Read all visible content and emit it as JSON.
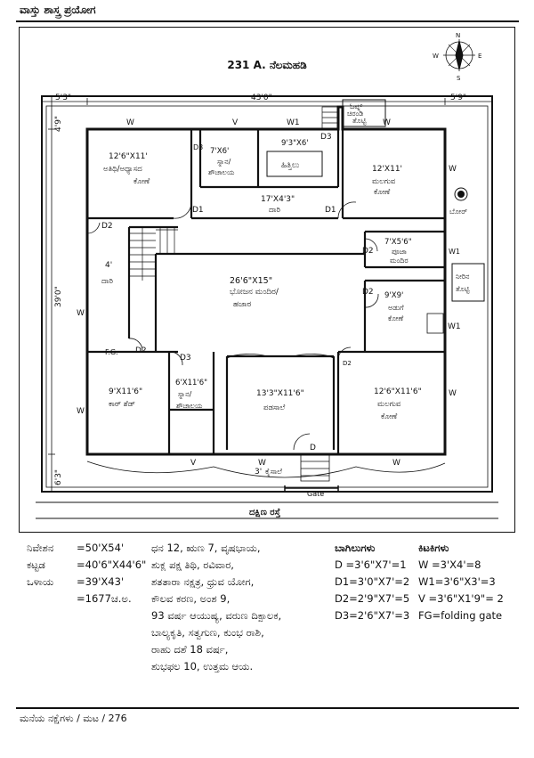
{
  "header": {
    "book_title": "ವಾಸ್ತು ಶಾಸ್ತ್ರ ಪ್ರಯೋಗ"
  },
  "plan": {
    "title": "231 A. ನೆಲಮಹಡಿ",
    "dims": {
      "top_left": "5'3\"",
      "top_mid": "43'0\"",
      "top_right": "5'9\"",
      "left_top": "4'9\"",
      "left_mid": "39'0\"",
      "left_bottom": "6'3\"",
      "stair_w": "4'",
      "gate_step": "3'"
    },
    "rooms": {
      "guest_size": "12'6\"X11'",
      "guest_name_1": "ಅತಿಥಿ/ಅಧ್ಯಾಸದ",
      "guest_name_2": "ಕೋಣೆ",
      "bath1_size": "7'X6'",
      "bath1_name_1": "ಸ್ನಾನ/",
      "bath1_name_2": "ಶೌಚಾಲಯ",
      "store_size": "9'3\"X6'",
      "store_name": "ಹಿತ್ತಿಲು",
      "bed1_size": "12'X11'",
      "bed1_name_1": "ಮಲಗುವ",
      "bed1_name_2": "ಕೋಣೆ",
      "passage_size": "17'X4'3\"",
      "passage_name": "ದಾರಿ",
      "stair_name": "ದಾರಿ",
      "dining_size": "26'6\"X15\"",
      "dining_name_1": "ಭೋಜನ ಮಂದಿರ/",
      "dining_name_2": "ಹಜಾರ",
      "pooja_size": "7'X5'6\"",
      "pooja_name_1": "ಪೂಜಾ",
      "pooja_name_2": "ಮಂದಿರ",
      "kitchen_size": "9'X9'",
      "kitchen_name_1": "ಅಡುಗೆ",
      "kitchen_name_2": "ಕೋಣೆ",
      "car_size": "9'X11'6\"",
      "car_name": "ಕಾರ್ ಶೆಡ್",
      "bath2_size": "6'X11'6\"",
      "bath2_name_1": "ಸ್ನಾನ/",
      "bath2_name_2": "ಶೌಚಾಲಯ",
      "hall_size": "13'3\"X11'6\"",
      "hall_name": "ಪಡಸಾಲೆ",
      "bed2_size": "12'6\"X11'6\"",
      "bed2_name_1": "ಮಲಗುವ",
      "bed2_name_2": "ಕೋಣೆ",
      "veranda_name": "ಕೈಸಾಲೆ"
    },
    "outside": {
      "sitout_1": "ಓಪ್ನ್",
      "sitout_2": "ಚಿರಂಡಿ",
      "sitout_3": "ತೊಟ್ಟಿ",
      "borewell": "ಬೋರ್",
      "water_tank_1": "ನೀರಿನ",
      "water_tank_2": "ತೊಟ್ಟಿ",
      "gate": "Gate",
      "road": "ದಕ್ಷಿಣ ರಸ್ತೆ"
    },
    "labels": {
      "W": "W",
      "V": "V",
      "W1": "W1",
      "D1": "D1",
      "D2": "D2",
      "D3": "D3",
      "D": "D",
      "FG": "F.G."
    },
    "compass": {
      "N": "N",
      "S": "S",
      "E": "E",
      "W": "W"
    }
  },
  "legend": {
    "col1": [
      {
        "label": "ನಿವೇಶನ",
        "value": "=50'X54'"
      },
      {
        "label": "ಕಟ್ಟಡ",
        "value": "=40'6\"X44'6\""
      },
      {
        "label": "ಒಳಾಯ",
        "value": "=39'X43'"
      },
      {
        "label": "",
        "value": "=1677ಚ.ಅ."
      }
    ],
    "col2": [
      "ಧನ 12, ಋಣ 7, ವೃಷಭಾಯ,",
      "ಶುಕ್ಲ ಪಕ್ಷ ತಿಥಿ, ರವಿವಾರ,",
      "ಶತತಾರಾ ನಕ್ಷತ್ರ, ಧ್ರುವ ಯೋಗ,",
      "ಕೌಲವ ಕರಣ, ಅಂಶ 9,",
      "93 ವರ್ಷ ಆಯುಷ್ಯ, ವರುಣ ದಿಕ್ಪಾಲಕ,",
      "ಬಾಲ್ಯಕೃತಿ, ಸತ್ವಗುಣ, ಕುಂಭ ರಾಶಿ,",
      "ರಾಹು ದಶೆ 18 ವರ್ಷ,",
      "ಶುಭಫಲ 10, ಉತ್ತಮ ಆಯ."
    ],
    "doors_title": "ಬಾಗಿಲುಗಳು",
    "doors": [
      "D  =3'6\"X7'=1",
      "D1=3'0\"X7'=2",
      "D2=2'9\"X7'=5",
      "D3=2'6\"X7'=3"
    ],
    "windows_title": "ಕಿಟಕಿಗಳು",
    "windows": [
      "W  =3'X4'=8",
      "W1=3'6\"X3'=3",
      "V  =3'6\"X1'9\"= 2",
      "FG=folding gate"
    ]
  },
  "footer": {
    "text": "ಮನೆಯ ನಕ್ಷೆಗಳು / ಮಟ / 276"
  }
}
